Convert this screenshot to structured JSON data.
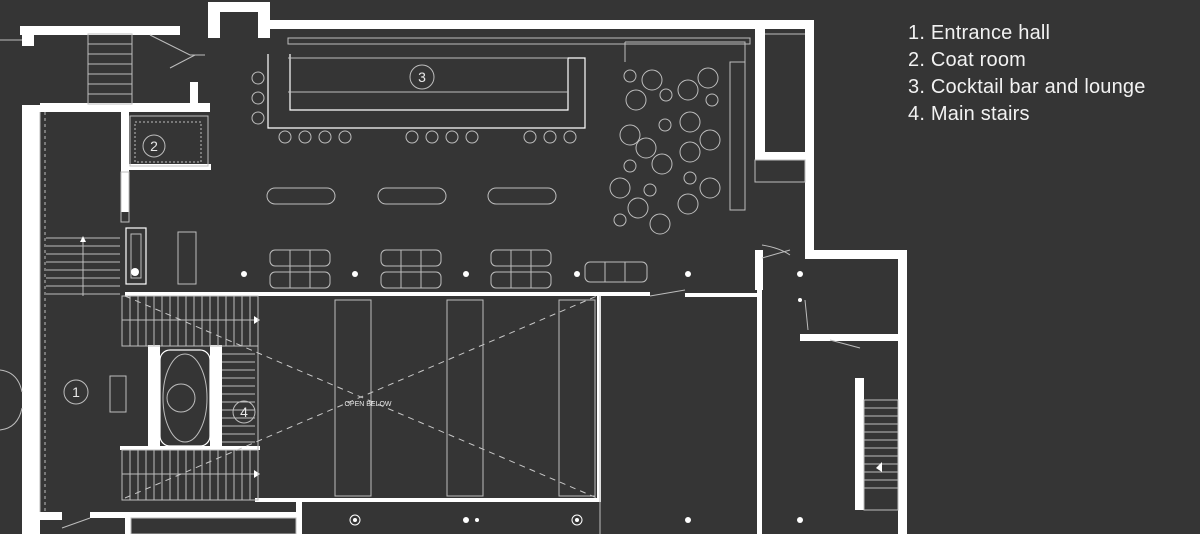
{
  "legend": {
    "items": [
      {
        "label": "1. Entrance hall"
      },
      {
        "label": "2. Coat room"
      },
      {
        "label": "3. Cocktail bar and lounge"
      },
      {
        "label": "4. Main stairs"
      }
    ]
  },
  "rooms": {
    "entrance_hall": "1",
    "coat_room": "2",
    "cocktail_bar": "3",
    "main_stairs": "4"
  },
  "notes": {
    "open_below": "OPEN BELOW"
  }
}
